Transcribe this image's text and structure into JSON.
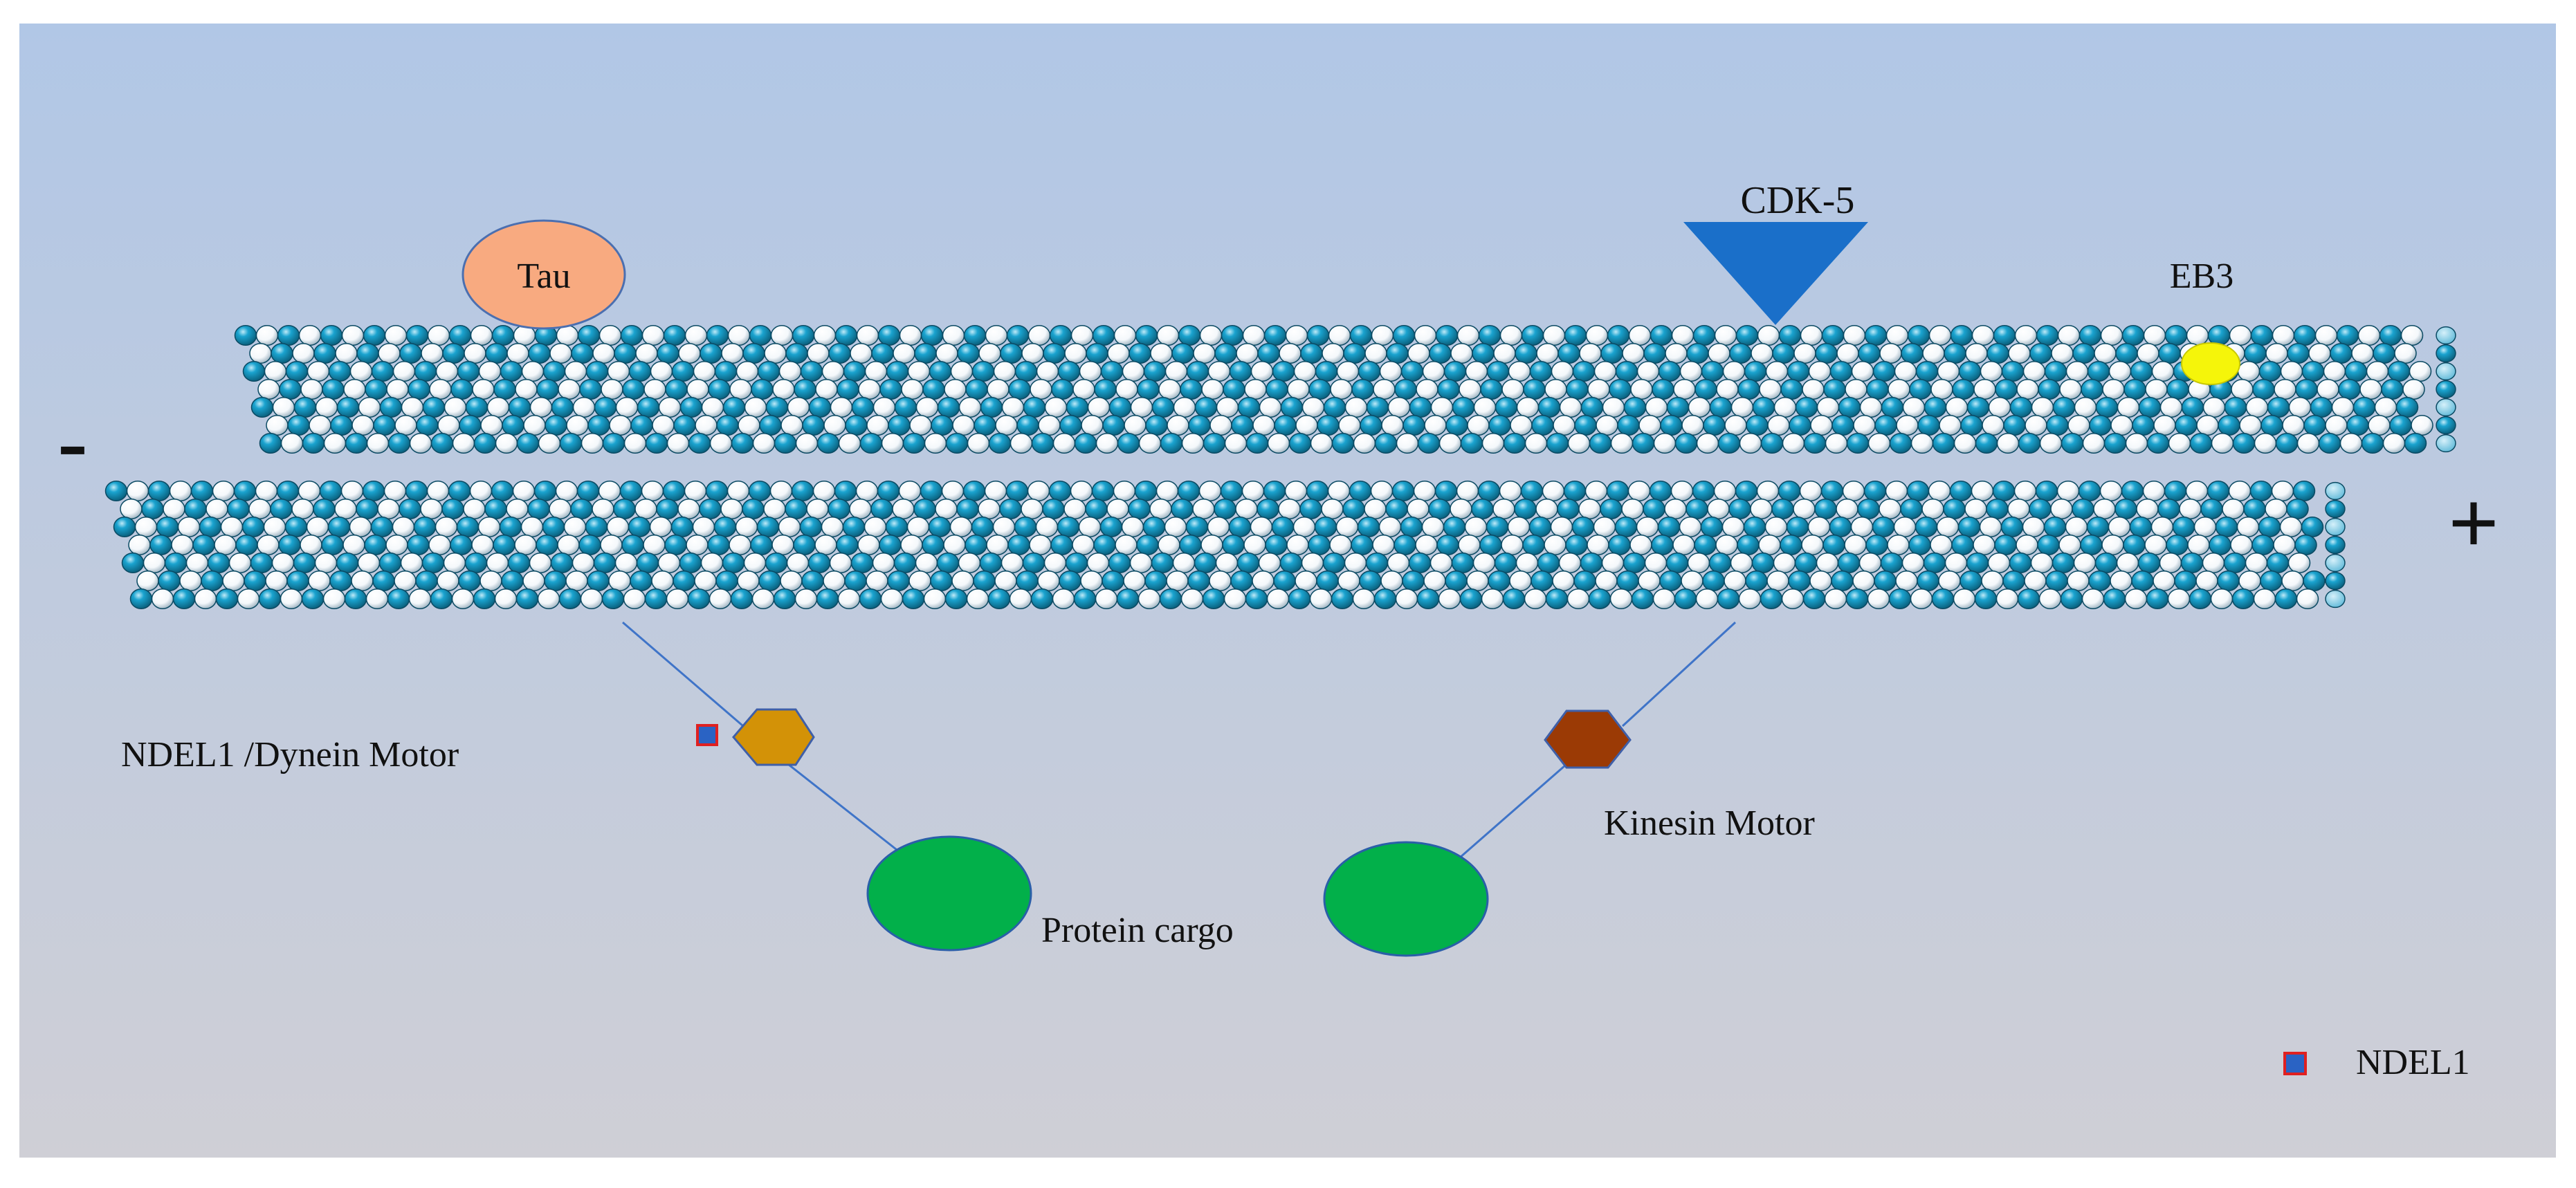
{
  "labels": {
    "tau": "Tau",
    "cdk5": "CDK-5",
    "eb3": "EB3",
    "minus": "-",
    "plus": "+",
    "dynein": "NDEL1 /Dynein  Motor",
    "kinesin": "Kinesin  Motor",
    "cargo": "Protein  cargo",
    "legend_ndel1": "NDEL1"
  },
  "colors": {
    "background_top": "#b1c7e6",
    "background_bottom": "#cfcfd6",
    "tubulin_blue": "#1aa3cf",
    "tubulin_white": "#f4f8fb",
    "tau": "#f8aa80",
    "cdk5": "#1a6fc9",
    "eb3": "#f5f50a",
    "dynein_motor": "#d39207",
    "kinesin_motor": "#9b3a05",
    "cargo": "#02b04a",
    "ndel1_square_border": "#e02020",
    "ndel1_square_fill": "#2a63c4"
  }
}
